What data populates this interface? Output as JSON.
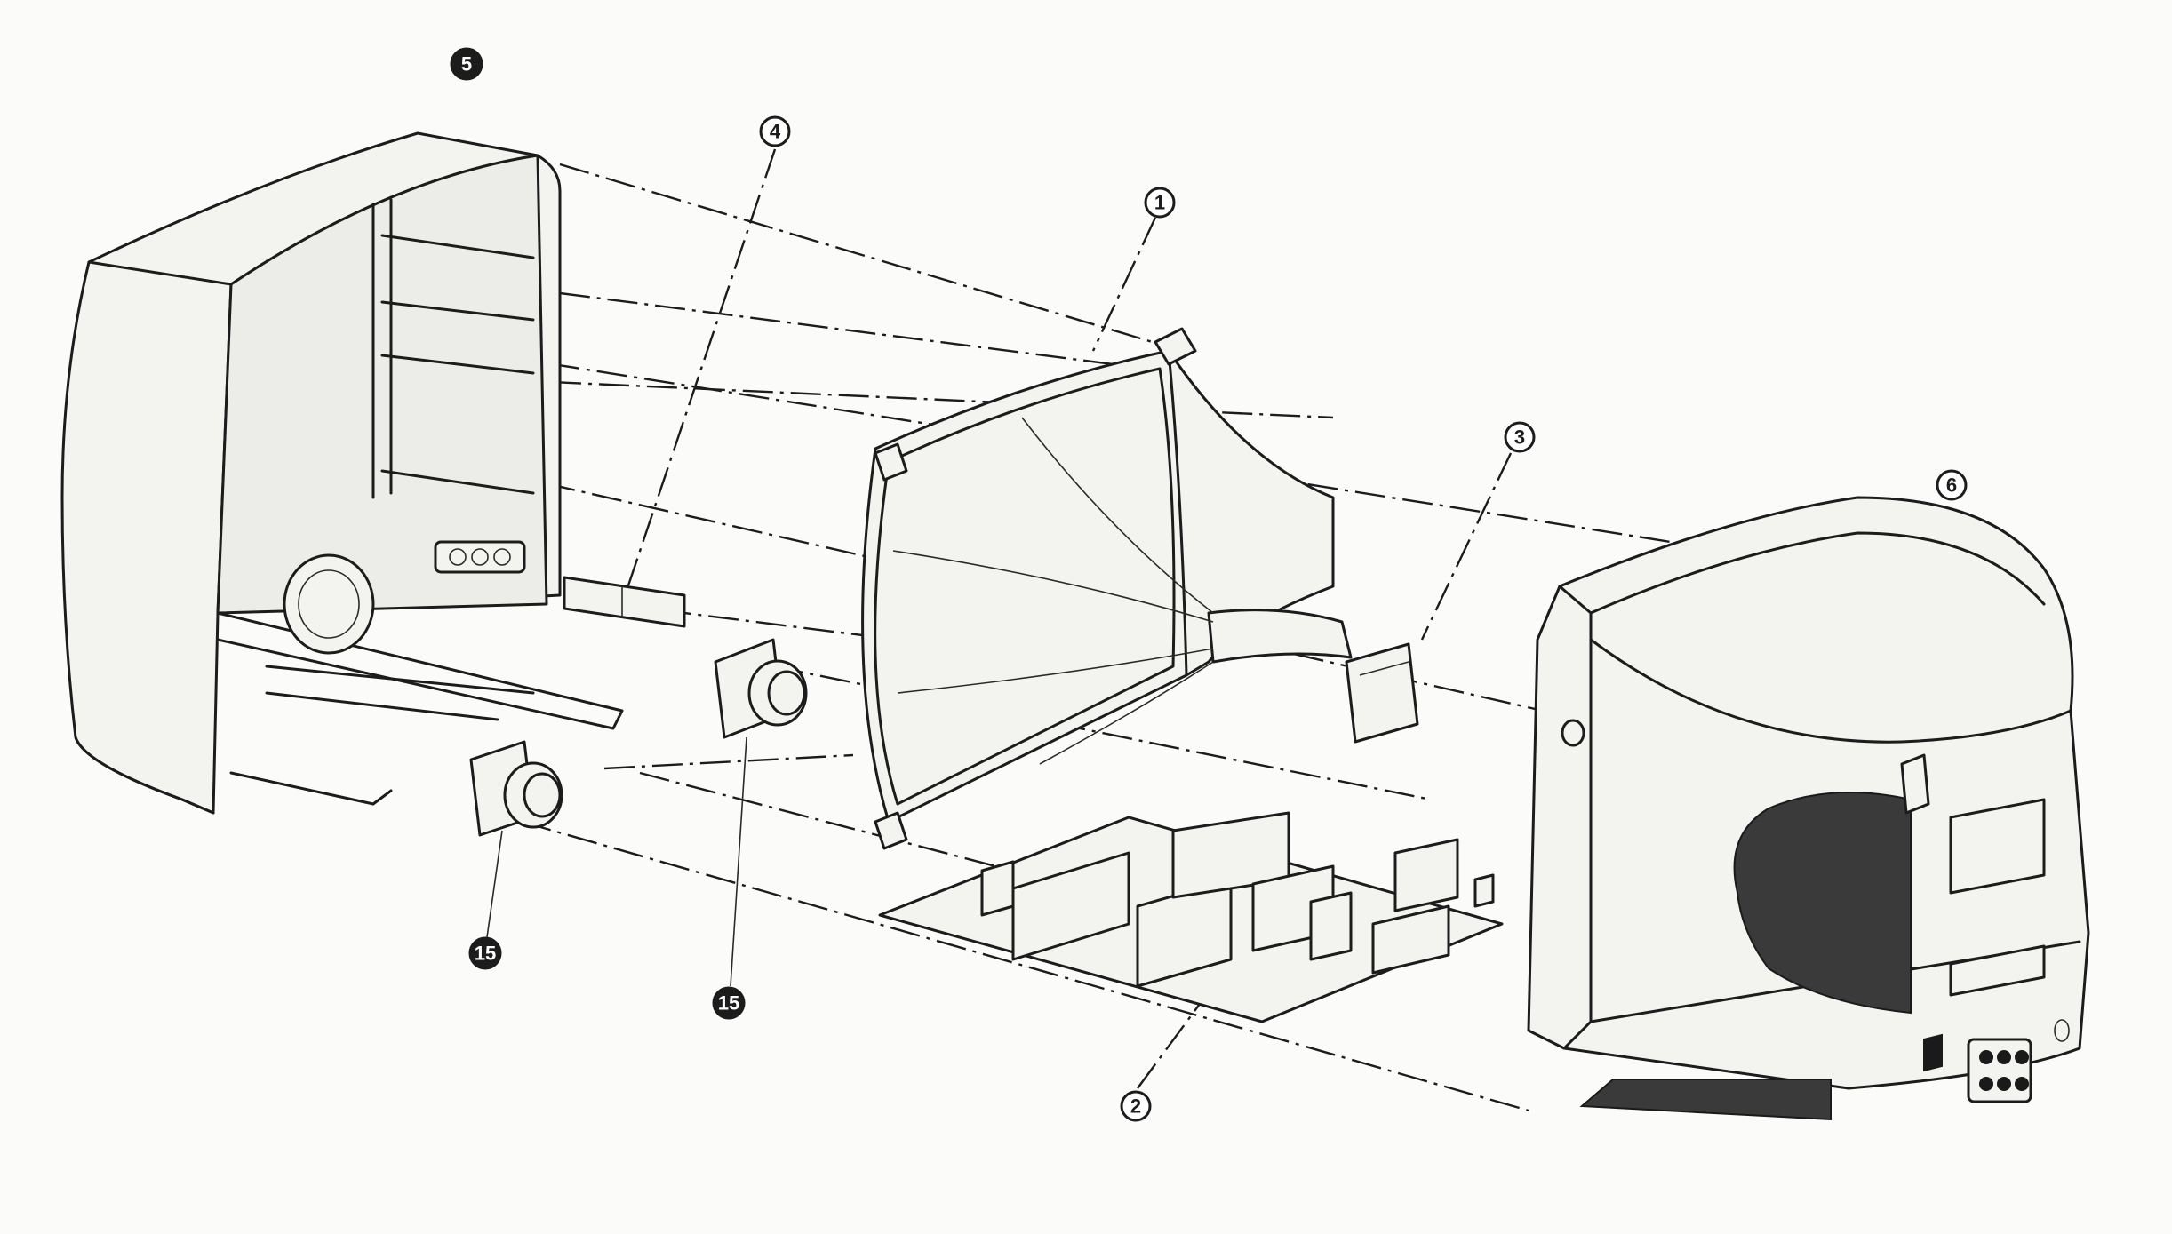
{
  "callouts": [
    {
      "id": "c1",
      "label": "1",
      "style": "outline",
      "part": "picture-tube"
    },
    {
      "id": "c2",
      "label": "2",
      "style": "outline",
      "part": "main-circuit-board"
    },
    {
      "id": "c3",
      "label": "3",
      "style": "outline",
      "part": "neck-board"
    },
    {
      "id": "c4",
      "label": "4",
      "style": "outline",
      "part": "control-board"
    },
    {
      "id": "c5",
      "label": "5",
      "style": "filled",
      "part": "front-cabinet"
    },
    {
      "id": "c6",
      "label": "6",
      "style": "outline",
      "part": "back-cover"
    },
    {
      "id": "c15a",
      "label": "15",
      "style": "filled",
      "part": "speaker-left"
    },
    {
      "id": "c15b",
      "label": "15",
      "style": "filled",
      "part": "speaker-right"
    }
  ],
  "colors": {
    "ink": "#1c1c1c",
    "paper": "#fbfbf9"
  }
}
